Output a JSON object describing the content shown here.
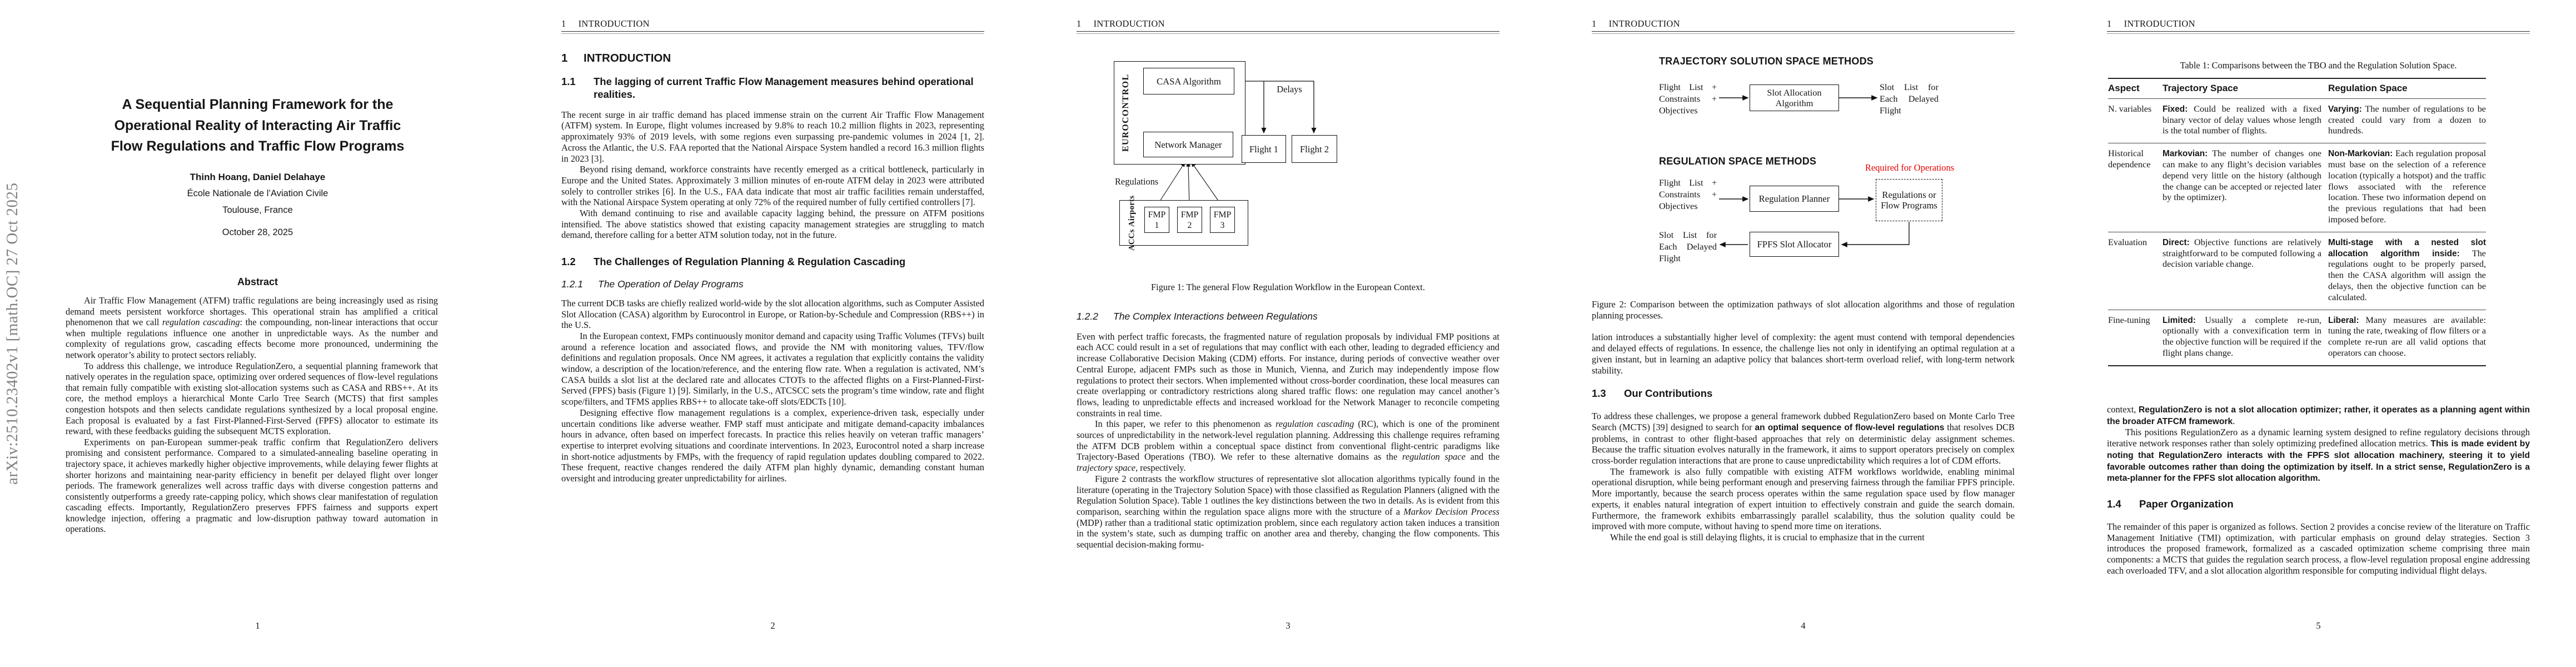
{
  "colors": {
    "accent_red": "#e50000",
    "watermark_gray": "#828282",
    "text": "#161616"
  },
  "watermark": "arXiv:2510.23402v1  [math.OC]  27 Oct 2025",
  "running_header": {
    "number": "1",
    "label": "INTRODUCTION"
  },
  "page1": {
    "title_l1": "A Sequential Planning Framework for the",
    "title_l2": "Operational Reality of Interacting Air Traffic",
    "title_l3": "Flow Regulations and Traffic Flow Programs",
    "authors": "Thinh Hoang, Daniel Delahaye",
    "affiliation": "École Nationale de l’Aviation Civile",
    "location": "Toulouse, France",
    "date": "October 28, 2025",
    "abstract_heading": "Abstract",
    "abs_p1_a": "Air Traffic Flow Management (ATFM) traffic regulations are being increasingly used as rising demand meets persistent workforce shortages. This operational strain has amplified a critical phenomenon that we call ",
    "abs_p1_b": "regulation cascading",
    "abs_p1_c": ": the compounding, non-linear interactions that occur when multiple regulations influence one another in unpredictable ways. As the number and complexity of regulations grow, cascading effects become more pronounced, undermining the network operator’s ability to protect sectors reliably.",
    "abs_p2": "To address this challenge, we introduce RegulationZero, a sequential planning framework that natively operates in the regulation space, optimizing over ordered sequences of flow-level regulations that remain fully compatible with existing slot-allocation systems such as CASA and RBS++. At its core, the method employs a hierarchical Monte Carlo Tree Search (MCTS) that first samples congestion hotspots and then selects candidate regulations synthesized by a local proposal engine. Each proposal is evaluated by a fast First-Planned-First-Served (FPFS) allocator to estimate its reward, with these feedbacks guiding the subsequent MCTS exploration.",
    "abs_p3": "Experiments on pan-European summer-peak traffic confirm that RegulationZero delivers promising and consistent performance. Compared to a simulated-annealing baseline operating in trajectory space, it achieves markedly higher objective improvements, while delaying fewer flights at shorter horizons and maintaining near-parity efficiency in benefit per delayed flight over longer periods. The framework generalizes well across traffic days with diverse congestion patterns and consistently outperforms a greedy rate-capping policy, which shows clear manifestation of regulation cascading effects. Importantly, RegulationZero preserves FPFS fairness and supports expert knowledge injection, offering a pragmatic and low-disruption pathway toward automation in operations.",
    "page_number": "1"
  },
  "page2": {
    "sec1": {
      "num": "1",
      "label": "INTRODUCTION"
    },
    "sec11": {
      "num": "1.1",
      "label": "The lagging of current Traffic Flow Management measures behind operational realities."
    },
    "p1": "The recent surge in air traffic demand has placed immense strain on the current Air Traffic Flow Management (ATFM) system. In Europe, flight volumes increased by 9.8% to reach 10.2 million flights in 2023, representing approximately 93% of 2019 levels, with some regions even surpassing pre-pandemic volumes in 2024 [1, 2]. Across the Atlantic, the U.S. FAA reported that the National Airspace System handled a record 16.3 million flights in 2023 [3].",
    "p2": "Beyond rising demand, workforce constraints have recently emerged as a critical bottleneck, particularly in Europe and the United States. Approximately 3 million minutes of en-route ATFM delay in 2023 were attributed solely to controller strikes [6]. In the U.S., FAA data indicate that most air traffic facilities remain understaffed, with the National Airspace System operating at only 72% of the required number of fully certified controllers [7].",
    "p3": "With demand continuing to rise and available capacity lagging behind, the pressure on ATFM positions intensified. The above statistics showed that existing capacity management strategies are struggling to match demand, therefore calling for a better ATM solution today, not in the future.",
    "sec12": {
      "num": "1.2",
      "label": "The Challenges of Regulation Planning & Regulation Cascading"
    },
    "sec121": {
      "num": "1.2.1",
      "label": "The Operation of Delay Programs"
    },
    "p4": "The current DCB tasks are chiefly realized world-wide by the slot allocation algorithms, such as Computer Assisted Slot Allocation (CASA) algorithm by Eurocontrol in Europe, or Ration-by-Schedule and Compression (RBS++) in the U.S.",
    "p5": "In the European context, FMPs continuously monitor demand and capacity using Traffic Volumes (TFVs) built around a reference location and associated flows, and provide the NM with monitoring values, TFV/flow definitions and regulation proposals. Once NM agrees, it activates a regulation that explicitly contains the validity window, a description of the location/reference, and the entering flow rate. When a regulation is activated, NM’s CASA builds a slot list at the declared rate and allocates CTOTs to the affected flights on a First-Planned-First-Served (FPFS) basis (Figure 1) [9]. Similarly, in the U.S., ATCSCC sets the program’s time window, rate and flight scope/filters, and TFMS applies RBS++ to allocate take-off slots/EDCTs [10].",
    "p6": "Designing effective flow management regulations is a complex, experience-driven task, especially under uncertain conditions like adverse weather. FMP staff must anticipate and mitigate demand-capacity imbalances hours in advance, often based on imperfect forecasts. In practice this relies heavily on veteran traffic managers’ expertise to interpret evolving situations and coordinate interventions. In 2023, Eurocontrol noted a sharp increase in short-notice adjustments by FMPs, with the frequency of rapid regulation updates doubling compared to 2022. These frequent, reactive changes rendered the daily ATFM plan highly dynamic, demanding constant human oversight and introducing greater unpredictability for airlines.",
    "page_number": "2"
  },
  "page3": {
    "fig1": {
      "eurocontrol": "EUROCONTROL",
      "casa": "CASA Algorithm",
      "network_manager": "Network Manager",
      "delays": "Delays",
      "flight1": "Flight 1",
      "flight2": "Flight 2",
      "regulations": "Regulations",
      "accs_l1": "ACCs",
      "accs_l2": "Airports",
      "fmp1": "FMP 1",
      "fmp2": "FMP 2",
      "fmp3": "FMP 3",
      "caption": "Figure 1: The general Flow Regulation Workflow in the European Context."
    },
    "sec122": {
      "num": "1.2.2",
      "label": "The Complex Interactions between Regulations"
    },
    "p1": "Even with perfect traffic forecasts, the fragmented nature of regulation proposals by individual FMP positions at each ACC could result in a set of regulations that may conflict with each other, leading to degraded efficiency and increase Collaborative Decision Making (CDM) efforts. For instance, during periods of convective weather over Central Europe, adjacent FMPs such as those in Munich, Vienna, and Zurich may independently impose flow regulations to protect their sectors. When implemented without cross-border coordination, these local measures can create overlapping or contradictory restrictions along shared traffic flows: one regulation may cancel another’s flows, leading to unpredictable effects and increased workload for the Network Manager to reconcile competing constraints in real time.",
    "p2_a": "In this paper, we refer to this phenomenon as ",
    "p2_b": "regulation cascading",
    "p2_c": " (RC), which is one of the prominent sources of unpredictability in the network-level regulation planning. Addressing this challenge requires reframing the ATFM DCB problem within a conceptual space distinct from conventional flight-centric paradigms like Trajectory-Based Operations (TBO). We refer to these alternative domains as the ",
    "p2_d": "regulation space",
    "p2_e": " and the ",
    "p2_f": "trajectory space",
    "p2_g": ", respectively.",
    "p3_a": "Figure 2 contrasts the workflow structures of representative slot allocation algorithms typically found in the literature (operating in the Trajectory Solution Space) with those classified as Regulation Planners (aligned with the Regulation Solution Space). Table 1 outlines the key distinctions between the two in details. As is evident from this comparison, searching within the regulation space aligns more with the structure of a ",
    "p3_b": "Markov Decision Process",
    "p3_c": " (MDP) rather than a traditional static optimization problem, since each regulatory action taken induces a transition in the system’s state, such as dumping traffic on another area and thereby, changing the flow components. This sequential decision-making formu-",
    "page_number": "3"
  },
  "page4": {
    "fig2": {
      "heading_traj": "TRAJECTORY SOLUTION SPACE METHODS",
      "heading_reg": "REGULATION SPACE METHODS",
      "required": "Required for Operations",
      "input1": "Flight List + Constraints + Objectives",
      "slot_alloc": "Slot Allocation Algorithm",
      "output1": "Slot List for Each Delayed Flight",
      "input2": "Flight List + Constraints + Objectives",
      "reg_planner": "Regulation Planner",
      "reg_or_fp": "Regulations or Flow Programs",
      "fpfs": "FPFS Slot Allocator",
      "output2": "Slot List for Each Delayed Flight",
      "caption": "Figure 2: Comparison between the optimization pathways of slot allocation algorithms and those of regulation planning processes."
    },
    "p0": "lation introduces a substantially higher level of complexity: the agent must contend with temporal dependencies and delayed effects of regulations. In essence, the challenge lies not only in identifying an optimal regulation at a given instant, but in learning an adaptive policy that balances short-term overload relief, with long-term network stability.",
    "sec13": {
      "num": "1.3",
      "label": "Our Contributions"
    },
    "p1_a": "To address these challenges, we propose a general framework dubbed RegulationZero based on Monte Carlo Tree Search (MCTS) [39] designed to search for ",
    "p1_b": "an optimal sequence of flow-level regulations",
    "p1_c": " that resolves DCB problems, in contrast to other flight-based approaches that rely on deterministic delay assignment schemes. Because the traffic situation evolves naturally in the framework, it aims to support operators precisely on complex cross-border regulation interactions that are prone to cause unpredictability which requires a lot of CDM efforts.",
    "p2": "The framework is also fully compatible with existing ATFM workflows worldwide, enabling minimal operational disruption, while being performant enough and preserving fairness through the familiar FPFS principle. More importantly, because the search process operates within the same regulation space used by flow manager experts, it enables natural integration of expert intuition to effectively constrain and guide the search domain. Furthermore, the framework exhibits embarrassingly parallel scalability, thus the solution quality could be improved with more compute, without having to spend more time on iterations.",
    "p3": "While the end goal is still delaying flights, it is crucial to emphasize that in the current",
    "page_number": "4"
  },
  "page5": {
    "table": {
      "caption": "Table 1: Comparisons between the TBO and the Regulation Solution Space.",
      "headers": [
        "Aspect",
        "Trajectory Space",
        "Regulation Space"
      ],
      "rows": [
        {
          "aspect": "N. variables",
          "traj_lead": "Fixed:",
          "traj_rest": " Could be realized with a fixed binary vector of delay values whose length is the total number of flights.",
          "reg_lead": "Varying:",
          "reg_rest": " The number of regulations to be created could vary from a dozen to hundreds."
        },
        {
          "aspect": "Historical dependence",
          "traj_lead": "Markovian:",
          "traj_rest": " The number of changes one can make to any flight’s decision variables depend very little on the history (although the change can be accepted or rejected later by the optimizer).",
          "reg_lead": "Non-Markovian:",
          "reg_rest": " Each regulation proposal must base on the selection of a reference location (typically a hotspot) and the traffic flows associated with the reference location. These two information depend on the previous regulations that had been imposed before."
        },
        {
          "aspect": "Evaluation",
          "traj_lead": "Direct:",
          "traj_rest": " Objective functions are relatively straightforward to be computed following a decision variable change.",
          "reg_lead": "Multi-stage with a nested slot allocation algorithm inside:",
          "reg_rest": " The regulations ought to be properly parsed, then the CASA algorithm will assign the delays, then the objective function can be calculated."
        },
        {
          "aspect": "Fine-tuning",
          "traj_lead": "Limited:",
          "traj_rest": " Usually a complete re-run, optionally with a convexification term in the objective function will be required if the flight plans change.",
          "reg_lead": "Liberal:",
          "reg_rest": " Many measures are available: tuning the rate, tweaking of flow filters or a complete re-run are all valid options that operators can choose."
        }
      ]
    },
    "p1_a": "context, ",
    "p1_b": "RegulationZero is not a slot allocation optimizer; rather, it operates as a planning agent within the broader ATFCM framework",
    "p1_c": ".",
    "p2_a": "This positions RegulationZero as a dynamic learning system designed to refine regulatory decisions through iterative network responses rather than solely optimizing predefined allocation metrics. ",
    "p2_b": "This is made evident by noting that RegulationZero interacts with the FPFS slot allocation machinery, steering it to yield favorable outcomes rather than doing the optimization by itself. In a strict sense, RegulationZero is a meta-planner for the FPFS slot allocation algorithm.",
    "sec14": {
      "num": "1.4",
      "label": "Paper Organization"
    },
    "p3": "The remainder of this paper is organized as follows. Section 2 provides a concise review of the literature on Traffic Management Initiative (TMI) optimization, with particular emphasis on ground delay strategies. Section 3 introduces the proposed framework, formalized as a cascaded optimization scheme comprising three main components: a MCTS that guides the regulation search process, a flow-level regulation proposal engine addressing each overloaded TFV, and a slot allocation algorithm responsible for computing individual flight delays.",
    "page_number": "5"
  }
}
